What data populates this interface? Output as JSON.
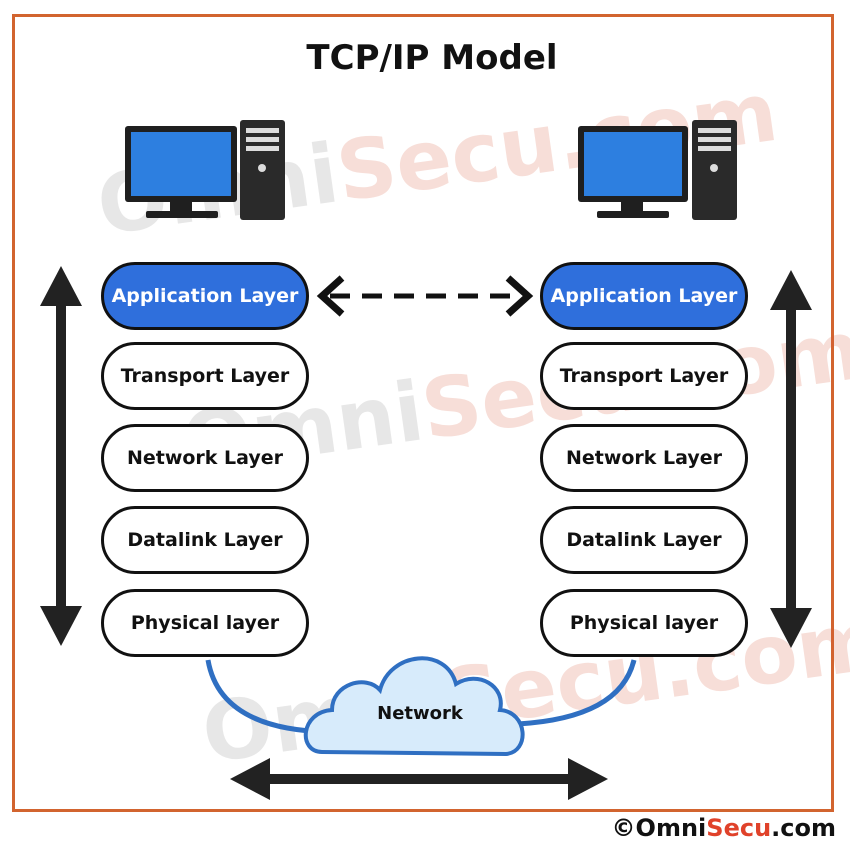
{
  "title": "TCP/IP Model",
  "left_stack": [
    "Application Layer",
    "Transport Layer",
    "Network Layer",
    "Datalink Layer",
    "Physical layer"
  ],
  "right_stack": [
    "Application Layer",
    "Transport Layer",
    "Network Layer",
    "Datalink Layer",
    "Physical layer"
  ],
  "cloud_label": "Network",
  "copyright": {
    "symbol": "©",
    "omni": "Omni",
    "secu": "Secu",
    "com": ".com"
  },
  "watermark": "OmniSecu.com",
  "colors": {
    "border": "#d2642f",
    "application_layer": "#2f6fdc",
    "monitor_screen": "#2d7fe0",
    "cloud": "#d7ebfb",
    "copyright_accent": "#e0422a"
  }
}
